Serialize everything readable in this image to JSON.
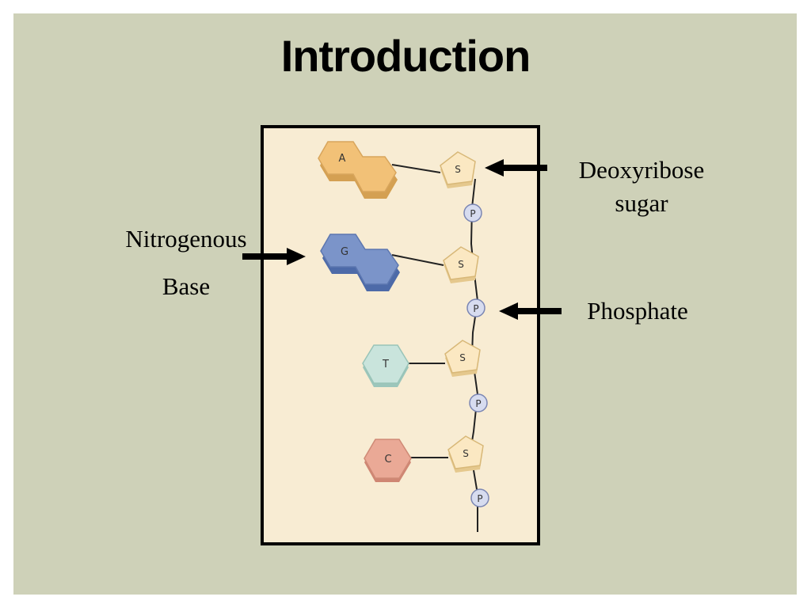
{
  "slide": {
    "title": "Introduction",
    "background_color": "#ced1b8",
    "diagram_background": "#f8ecd3"
  },
  "labels": {
    "deoxyribose_line1": "Deoxyribose",
    "deoxyribose_line2": "sugar",
    "nitrogenous_line1": "Nitrogenous",
    "nitrogenous_line2": "Base",
    "phosphate": "Phosphate"
  },
  "diagram": {
    "bases": [
      {
        "letter": "A",
        "color": "#f2c177"
      },
      {
        "letter": "G",
        "color": "#7b94c9"
      },
      {
        "letter": "T",
        "color": "#c9e4dc"
      },
      {
        "letter": "C",
        "color": "#eaa996"
      }
    ],
    "sugar_letter": "S",
    "phosphate_letter": "P",
    "sugar_color": "#fbe8c2",
    "phosphate_color": "#d7dcef"
  }
}
